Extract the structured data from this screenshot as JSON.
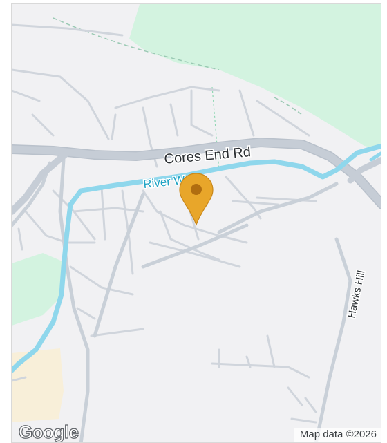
{
  "map": {
    "roads": {
      "main": "Cores End Rd",
      "side": "Hawks Hill"
    },
    "water": {
      "river": "River Wye"
    },
    "marker": {
      "icon": "map-pin-icon",
      "color": "#e8a62a"
    },
    "colors": {
      "background": "#f1f1f3",
      "park": "#d3f3e0",
      "water": "#8fd7ec",
      "road": "#c6cdd6",
      "sand": "#f8efd9"
    },
    "logo": "Google",
    "attribution": "Map data ©2026"
  }
}
